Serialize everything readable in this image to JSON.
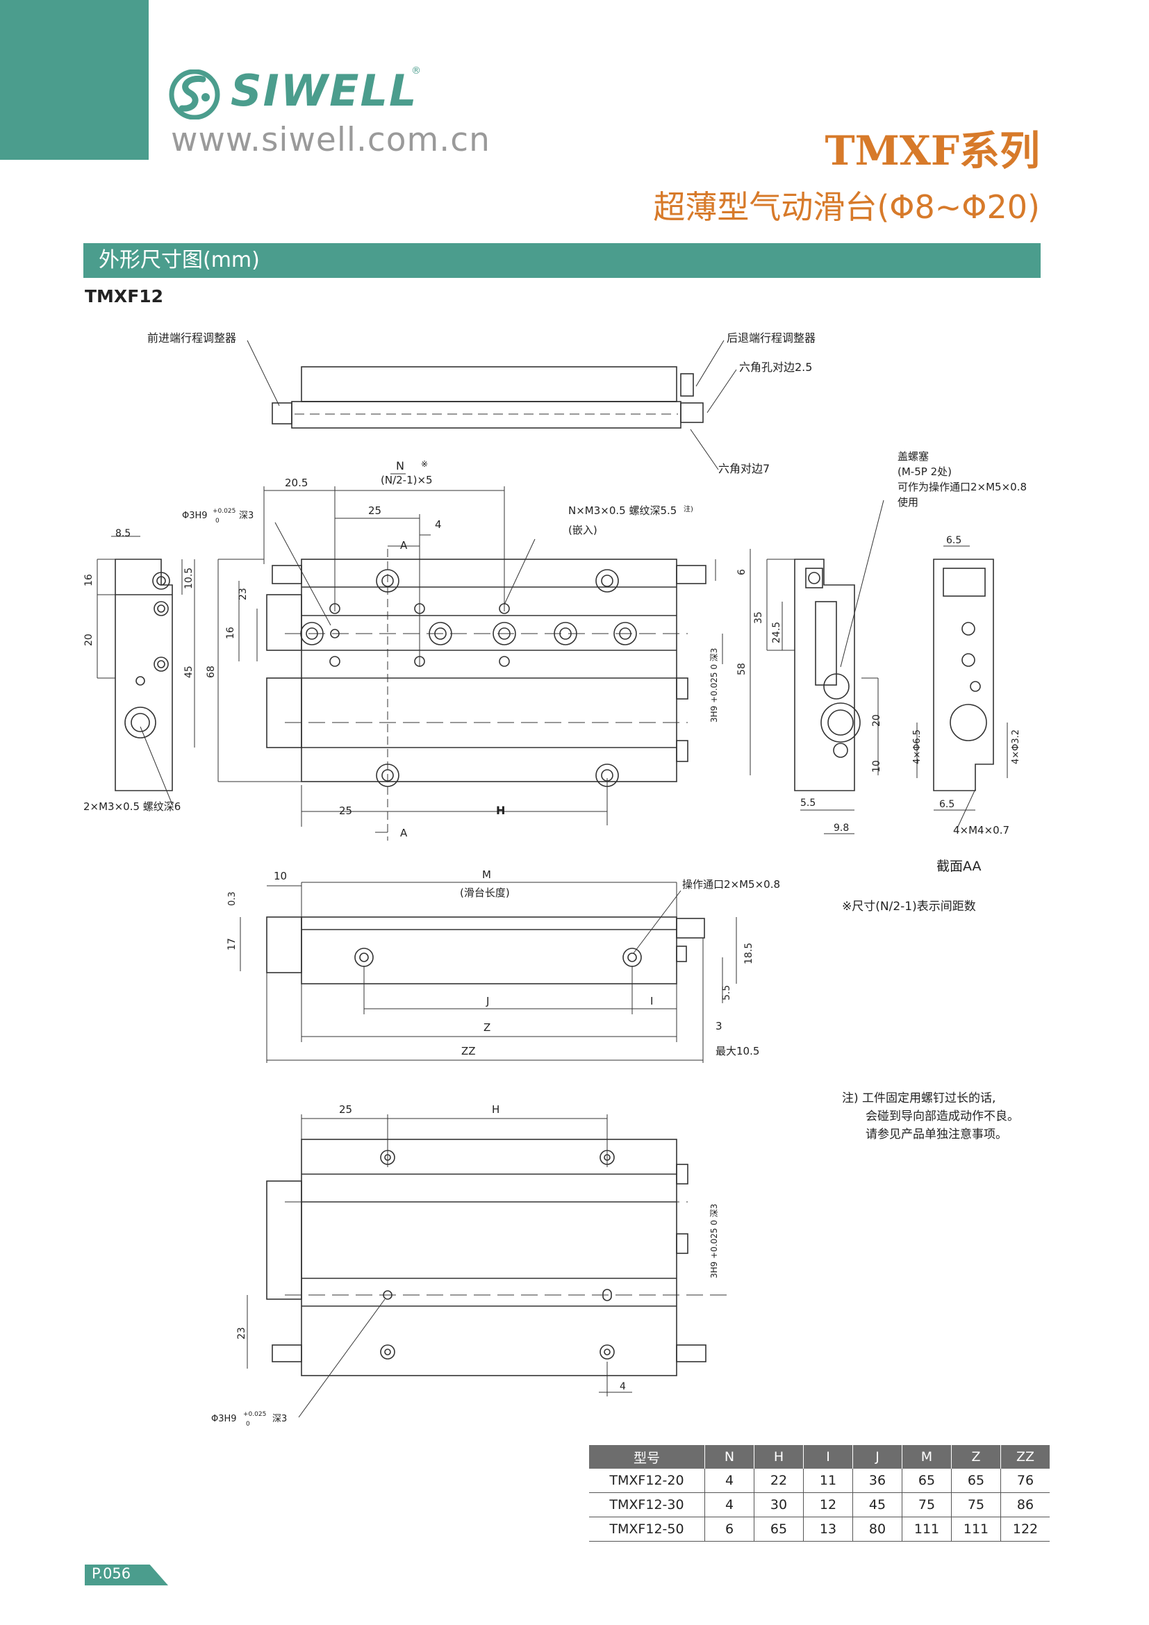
{
  "brand": {
    "name": "SIWELL",
    "registered": "®",
    "website": "www.siwell.com.cn",
    "accent_color": "#4b9d8d",
    "title_color": "#d77a2a"
  },
  "header": {
    "series_title": "TMXF系列",
    "series_subtitle": "超薄型气动滑台(Φ8~Φ20)"
  },
  "section": {
    "title": "外形尺寸图(mm)",
    "model": "TMXF12"
  },
  "drawing_labels": {
    "front_adjuster": "前进端行程调整器",
    "rear_adjuster": "后退端行程调整器",
    "hex_hole": "六角孔对边2.5",
    "hex_side": "六角对边7",
    "cap_screw_1": "盖螺塞",
    "cap_screw_2": "(M-5P  2处)",
    "cap_screw_3": "可作为操作通口2×M5×0.8",
    "cap_screw_4": "使用",
    "n_thread_1": "N×M3×0.5 螺纹深5.5",
    "n_thread_note": "注)",
    "n_thread_2": "(嵌入)",
    "pin_hole": "Φ3H9",
    "pin_tol": "+0.025",
    "pin_tol_low": "0",
    "pin_depth": "深3",
    "base_thread": "2×M3×0.5 螺纹深6",
    "port": "操作通口2×M5×0.8",
    "slide_length": "(滑台长度)",
    "max_stroke": "最大10.5",
    "side_holes_1": "4×Φ6.5",
    "side_holes_2": "4×Φ3.2",
    "side_thread": "4×M4×0.7",
    "pitch_formula": "(N/2-1)×5",
    "mark": "※",
    "pin_vertical": "3H9 +0.025 0 深3",
    "dims": {
      "d20_5": "20.5",
      "d25": "25",
      "d4": "4",
      "d8_5": "8.5",
      "d16": "16",
      "d20": "20",
      "d10_5": "10.5",
      "d45": "45",
      "d68": "68",
      "d23": "23",
      "d6": "6",
      "d58": "58",
      "d35": "35",
      "d24_5": "24.5",
      "d6_5": "6.5",
      "d5_5": "5.5",
      "d9_8": "9.8",
      "d10": "10",
      "d0_3": "0.3",
      "d17": "17",
      "d18_5": "18.5",
      "d3": "3",
      "A": "A",
      "H": "H",
      "M": "M",
      "J": "J",
      "I": "I",
      "Z": "Z",
      "ZZ": "ZZ"
    }
  },
  "notes": {
    "pitch_note": "※尺寸(N/2-1)表示间距数",
    "section_aa": "截面AA",
    "warning": [
      "注) 工件固定用螺钉过长的话,",
      "会碰到导向部造成动作不良。",
      "请参见产品单独注意事项。"
    ]
  },
  "spec_table": {
    "headers": [
      "型号",
      "N",
      "H",
      "I",
      "J",
      "M",
      "Z",
      "ZZ"
    ],
    "rows": [
      [
        "TMXF12-20",
        "4",
        "22",
        "11",
        "36",
        "65",
        "65",
        "76"
      ],
      [
        "TMXF12-30",
        "4",
        "30",
        "12",
        "45",
        "75",
        "75",
        "86"
      ],
      [
        "TMXF12-50",
        "6",
        "65",
        "13",
        "80",
        "111",
        "111",
        "122"
      ]
    ]
  },
  "footer": {
    "page": "P.056"
  }
}
